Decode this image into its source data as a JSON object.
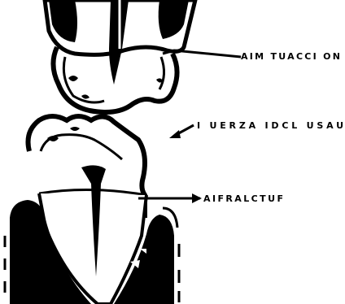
{
  "labels": {
    "top": "AIM TUACCI ON",
    "middle": "I UERZA IDCL USAU",
    "bottom": "AIFRALCTUF"
  },
  "colors": {
    "ink": "#000000",
    "paper": "#ffffff"
  }
}
